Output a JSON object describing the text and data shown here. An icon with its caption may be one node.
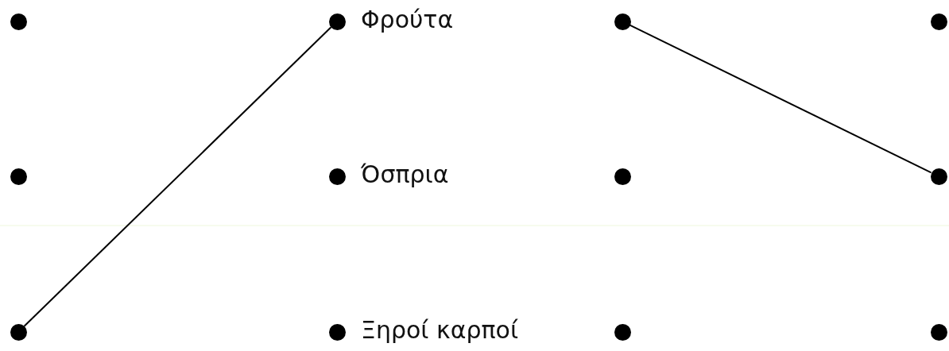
{
  "diagram": {
    "nodes": [
      {
        "text": [],
        "shape": "circle"
      },
      {
        "text": [],
        "shape": "circle",
        "beside": [
          "Φρούτα"
        ]
      },
      {
        "text": [],
        "shape": "circle"
      },
      {
        "text": [],
        "shape": "circle"
      },
      {
        "text": [],
        "shape": "circle"
      },
      {
        "text": [],
        "shape": "circle",
        "beside": [
          "Όσπρια"
        ]
      },
      {
        "text": [],
        "shape": "circle"
      },
      {
        "text": [],
        "shape": "circle"
      },
      {
        "text": [],
        "shape": "circle"
      },
      {
        "text": [],
        "shape": "circle",
        "beside": [
          "Ξηροί καρποί"
        ]
      },
      {
        "text": [],
        "shape": "circle"
      },
      {
        "text": [],
        "shape": "circle"
      }
    ],
    "edges": [
      {
        "from": 8,
        "to": 1,
        "arrow": "none"
      },
      {
        "from": 2,
        "to": 7,
        "arrow": "none"
      }
    ]
  }
}
